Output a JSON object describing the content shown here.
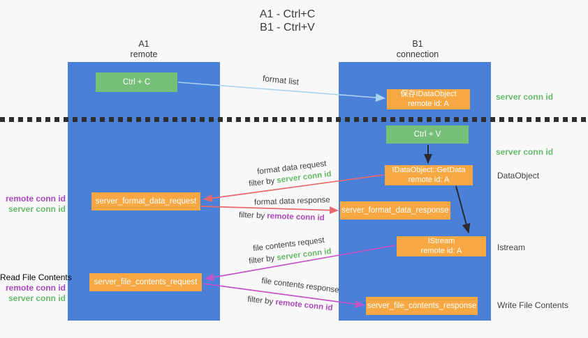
{
  "title": {
    "line1": "A1 - Ctrl+C",
    "line2": "B1 - Ctrl+V"
  },
  "lifelines": {
    "left": {
      "title": "A1",
      "subtitle": "remote"
    },
    "right": {
      "title": "B1",
      "subtitle": "connection"
    }
  },
  "boxes": {
    "ctrl_c": {
      "label": "Ctrl + C"
    },
    "save_idataobject": {
      "line1": "保存IDataObject",
      "line2": "remote id: A"
    },
    "ctrl_v": {
      "label": "Ctrl + V"
    },
    "getdata": {
      "line1": "IDataObject::GetData",
      "line2": "remote id: A"
    },
    "format_request": {
      "label": "server_format_data_request"
    },
    "format_response": {
      "label": "server_format_data_response"
    },
    "istream": {
      "line1": "IStream",
      "line2": "remote id: A"
    },
    "file_request": {
      "label": "server_file_contents_request"
    },
    "file_response": {
      "label": "server_file_contents_response"
    }
  },
  "arrows": {
    "format_list": {
      "label": "format list"
    },
    "format_data_request": {
      "label": "format data request",
      "filter_prefix": "filter by ",
      "filter_key": "server conn id"
    },
    "format_data_response": {
      "label": "format data response",
      "filter_prefix": "filter by ",
      "filter_key": "remote conn id"
    },
    "file_contents_request": {
      "label": "file contents request",
      "filter_prefix": "filter by ",
      "filter_key": "server conn id"
    },
    "file_contents_response": {
      "label": "file contents response",
      "filter_prefix": "filter by ",
      "filter_key": "remote conn id"
    }
  },
  "side_labels": {
    "server_conn_id": "server conn id",
    "remote_conn_id": "remote conn id",
    "dataobject": "DataObject",
    "istream": "Istream",
    "read_file_contents": "Read File Contents",
    "write_file_contents": "Write File Contents"
  },
  "colors": {
    "lifeline_blue": "#4a80d8",
    "box_orange": "#f7a843",
    "box_green": "#76bf78",
    "arrow_light_blue": "#a9d3f0",
    "arrow_red": "#e96a6e",
    "arrow_magenta": "#c455c8",
    "arrow_black": "#2b2b2b",
    "text_green": "#66bb6a",
    "text_purple": "#ab47bc",
    "background": "#f8f8f8"
  }
}
